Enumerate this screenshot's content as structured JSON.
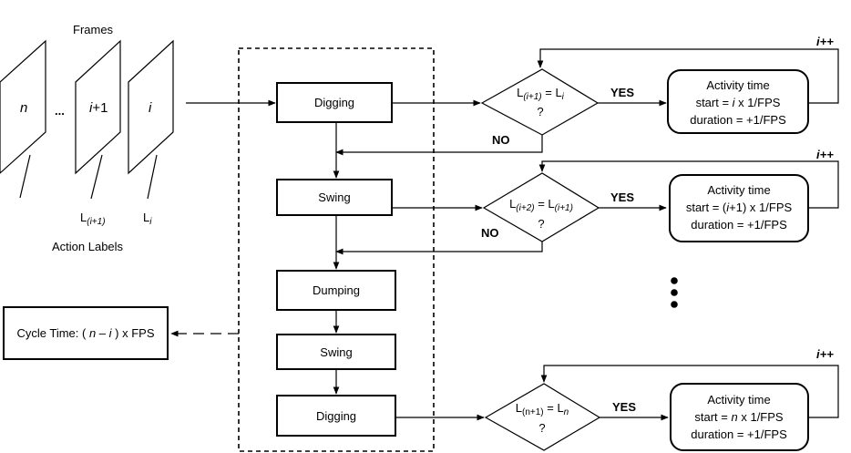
{
  "frames": {
    "title": "Frames",
    "n_label": "n",
    "ellipsis": "...",
    "i1_label": "+1",
    "i1_var": "i",
    "i_label": "i",
    "labels_caption": "Action Labels",
    "label_i1_prefix": "L",
    "label_i1_sub": "(i+1)",
    "label_i_prefix": "L",
    "label_i_sub": "i"
  },
  "activities": {
    "digging_1": "Digging",
    "swing_1": "Swing",
    "dumping": "Dumping",
    "swing_2": "Swing",
    "digging_2": "Digging"
  },
  "cycle_time": {
    "prefix": "Cycle Time: (",
    "n": "n",
    "minus": " – ",
    "i": "i",
    "suffix": ") x FPS"
  },
  "decisions": [
    {
      "left": "L",
      "left_sub": "(i+1)",
      "eq": " = L",
      "right_sub": "i",
      "q": "?",
      "yes": "YES",
      "no": "NO"
    },
    {
      "left": "L",
      "left_sub": "(i+2)",
      "eq": " = L",
      "right_sub": "(i+1)",
      "q": "?",
      "yes": "YES",
      "no": "NO"
    },
    {
      "left": "L",
      "left_sub": "(n+1)",
      "eq": " = L",
      "right_sub": "n",
      "q": "?",
      "yes": "YES"
    }
  ],
  "results": [
    {
      "title": "Activity time",
      "start_prefix": "start = ",
      "start_var": "i",
      "start_suffix": " x 1/FPS",
      "duration": "duration = +1/FPS",
      "increment": "i++"
    },
    {
      "title": "Activity time",
      "start_prefix": "start = (",
      "start_var": "i",
      "start_suffix": "+1) x 1/FPS",
      "duration": "duration = +1/FPS",
      "increment": "i++"
    },
    {
      "title": "Activity time",
      "start_prefix": "start = ",
      "start_var": "n",
      "start_suffix": " x 1/FPS",
      "duration": "duration = +1/FPS",
      "increment": "i++"
    }
  ]
}
